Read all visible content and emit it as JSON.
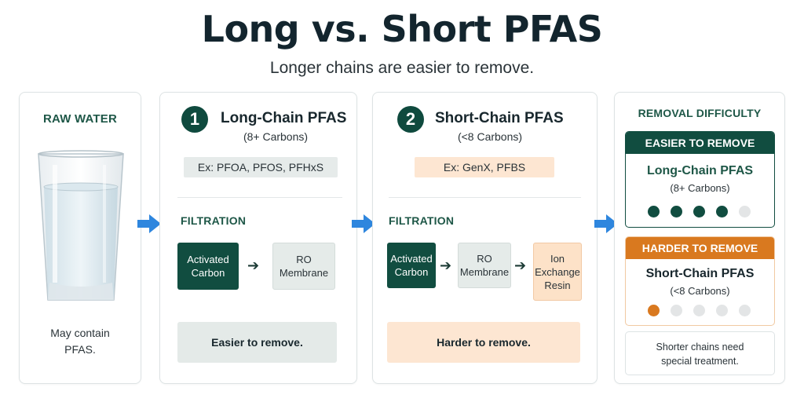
{
  "header": {
    "title": "Long vs. Short PFAS",
    "subtitle": "Longer chains are easier to remove."
  },
  "raw_water": {
    "heading": "RAW WATER",
    "caption": "May contain PFAS."
  },
  "long_chain": {
    "number": "1",
    "title": "Long-Chain PFAS",
    "carbons": "(8+ Carbons)",
    "examples": "Ex: PFOA, PFOS, PFHxS",
    "filtration_label": "FILTRATION",
    "steps": [
      "Activated Carbon",
      "RO Membrane"
    ],
    "result": "Easier to remove."
  },
  "short_chain": {
    "number": "2",
    "title": "Short-Chain PFAS",
    "carbons": "(<8 Carbons)",
    "examples": "Ex: GenX, PFBS",
    "filtration_label": "FILTRATION",
    "steps": [
      "Activated Carbon",
      "RO Membrane",
      "Ion Exchange Resin"
    ],
    "result": "Harder to remove."
  },
  "removal": {
    "heading": "REMOVAL DIFFICULTY",
    "easier": {
      "label": "EASIER TO REMOVE",
      "title": "Long-Chain PFAS",
      "carbons": "(8+ Carbons)",
      "rating": 4,
      "max": 5
    },
    "harder": {
      "label": "HARDER TO REMOVE",
      "title": "Short-Chain PFAS",
      "carbons": "(<8 Carbons)",
      "rating": 1,
      "max": 5
    },
    "note": "Shorter chains need special treatment."
  },
  "colors": {
    "dark_green": "#114d40",
    "orange": "#d9791f",
    "peach": "#fde2c8",
    "arrow_blue": "#2e86de"
  }
}
